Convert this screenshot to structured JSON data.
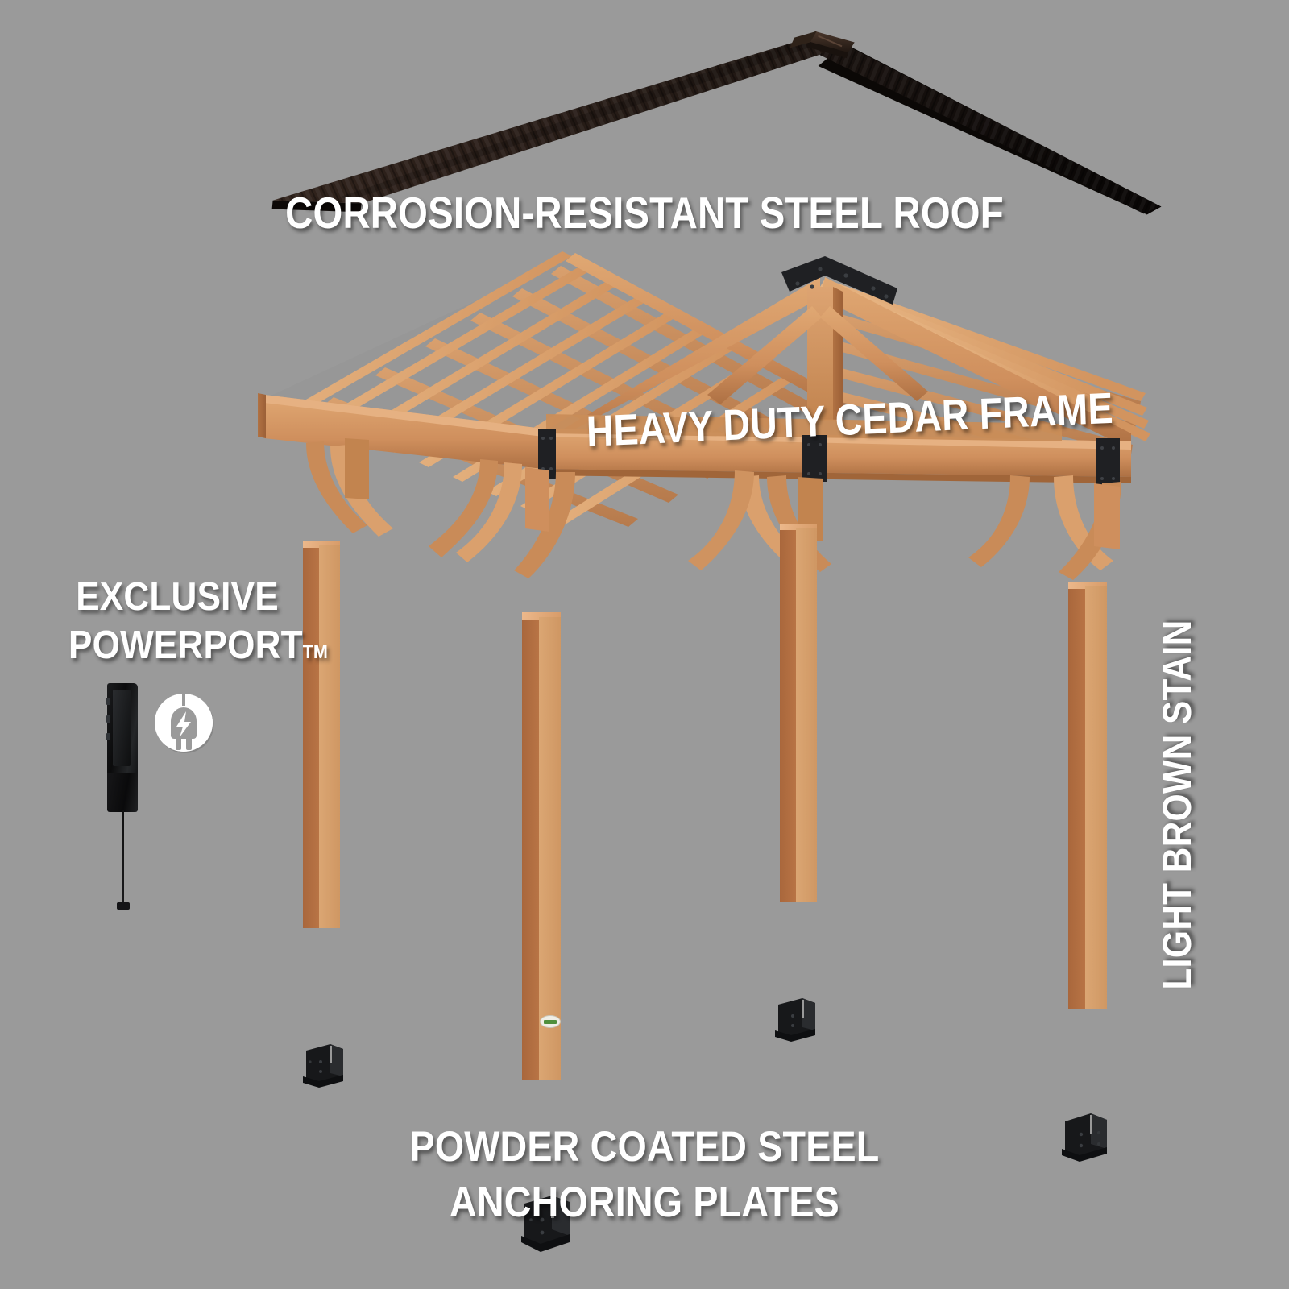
{
  "page": {
    "title": "Cedar Pavilion Exploded Feature Diagram",
    "background_color": "#9a9a9a"
  },
  "labels": {
    "roof": "CORROSION-RESISTANT STEEL ROOF",
    "frame": "HEAVY DUTY CEDAR FRAME",
    "powerport_line1": "EXCLUSIVE",
    "powerport_line2": "POWERPORT",
    "powerport_tm": "TM",
    "stain": "LIGHT BROWN STAIN",
    "anchor_line1": "POWDER COATED STEEL",
    "anchor_line2": "ANCHORING PLATES"
  },
  "icons": {
    "power_plug_badge": "power-plug-bolt-icon"
  },
  "colors": {
    "background": "#9a9a9a",
    "label_text": "#ffffff",
    "roof_steel": "#231a15",
    "roof_steel_dark": "#120d0a",
    "cedar_light": "#e2ad7b",
    "cedar_mid": "#d79b67",
    "cedar_dark": "#a9673c",
    "steel_bracket": "#1e1f21",
    "anchor_plate": "#17181a",
    "badge_green": "#4e8f3c"
  },
  "parts": {
    "roof_panels": 2,
    "posts": 4,
    "anchoring_plates": 4,
    "powerport_units": 1
  }
}
